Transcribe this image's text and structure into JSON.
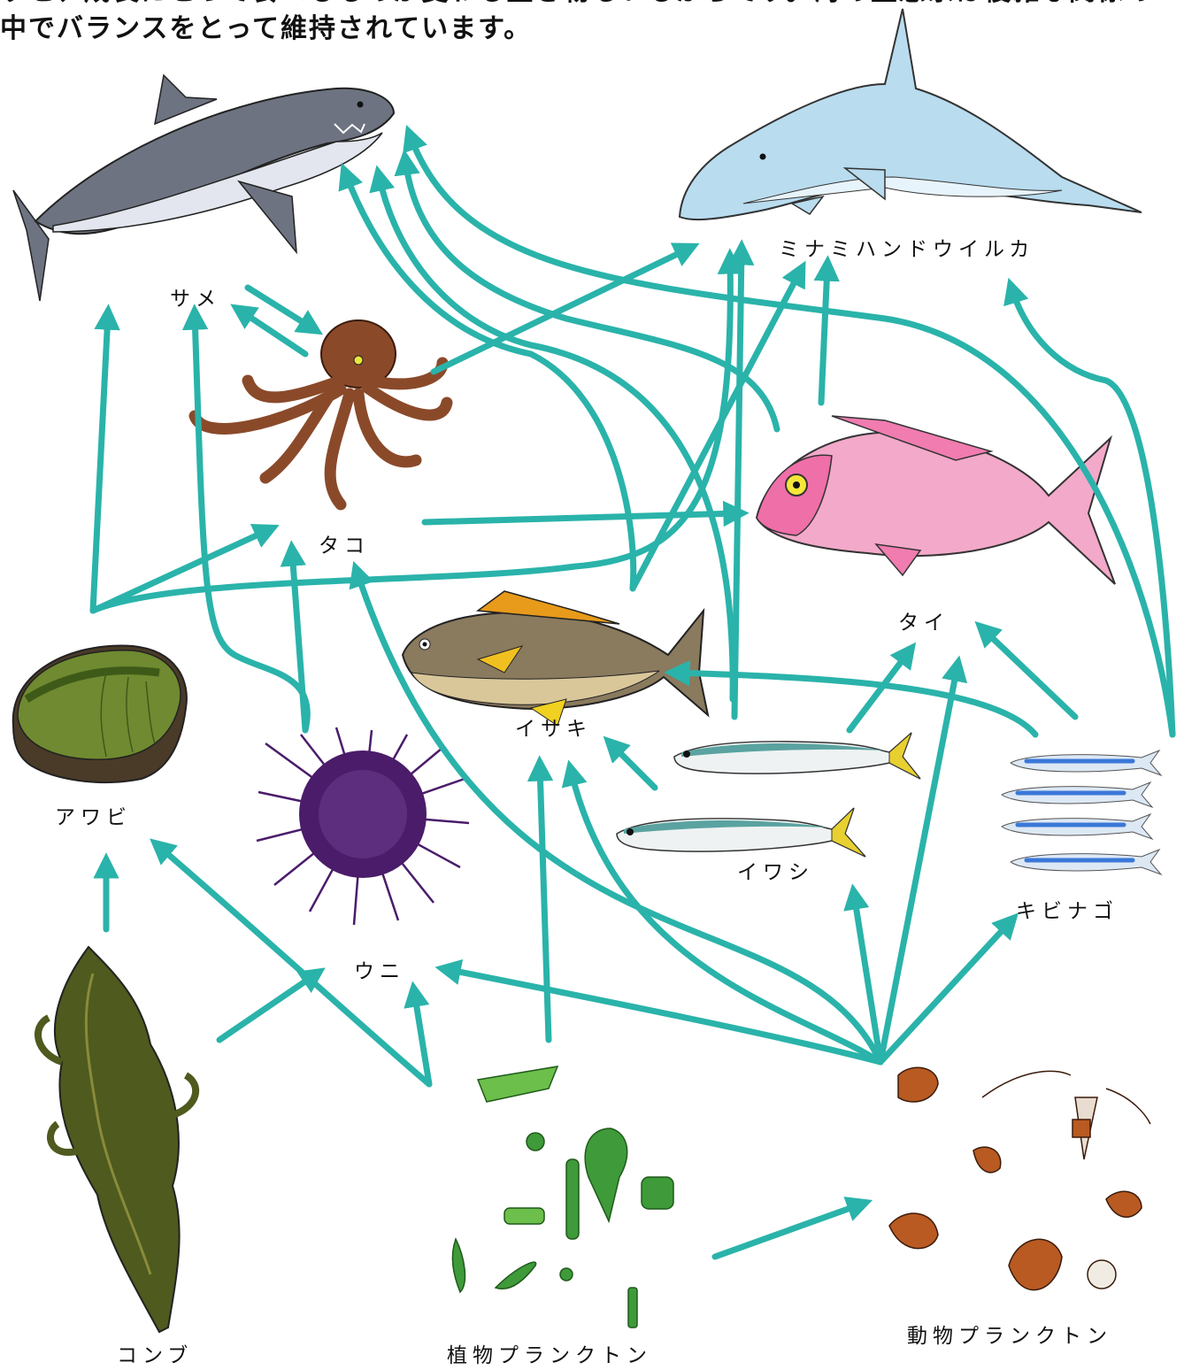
{
  "intro": {
    "line1": "すと、成長にとって食べるものが変わる生き物もいるからです。海の生態系は複雑な関係の",
    "line2": "中でバランスをとって維持されています。"
  },
  "organisms": {
    "shark": "サメ",
    "dolphin": "ミナミハンドウイルカ",
    "octopus": "タコ",
    "sea_bream": "タイ",
    "grunt": "イサキ",
    "sardine": "イワシ",
    "silver_sprat": "キビナゴ",
    "abalone": "アワビ",
    "sea_urchin": "ウニ",
    "kelp": "コンブ",
    "phytoplankton": "植物プランクトン",
    "zooplankton": "動物プランクトン"
  },
  "colors": {
    "arrow": "#2ab3aa",
    "shark_body": "#6d7380",
    "shark_belly": "#e3e6ee",
    "dolphin": "#b9dcef",
    "octopus": "#8a4a2a",
    "sea_bream": "#f3a9c9",
    "grunt": "#8a7a5e",
    "sardine": "#5aa3a0",
    "silver_sprat": "#3a78d8",
    "abalone": "#6f8a30",
    "urchin": "#4a1c6a",
    "kelp": "#4e5a1e",
    "phyto": "#3f9a3a",
    "zoo": "#b85a22"
  },
  "icons": [
    "shark-icon",
    "dolphin-icon",
    "octopus-icon",
    "sea-bream-icon",
    "grunt-icon",
    "sardine-icon",
    "silver-sprat-icon",
    "abalone-icon",
    "sea-urchin-icon",
    "kelp-icon",
    "phytoplankton-icon",
    "zooplankton-icon"
  ]
}
